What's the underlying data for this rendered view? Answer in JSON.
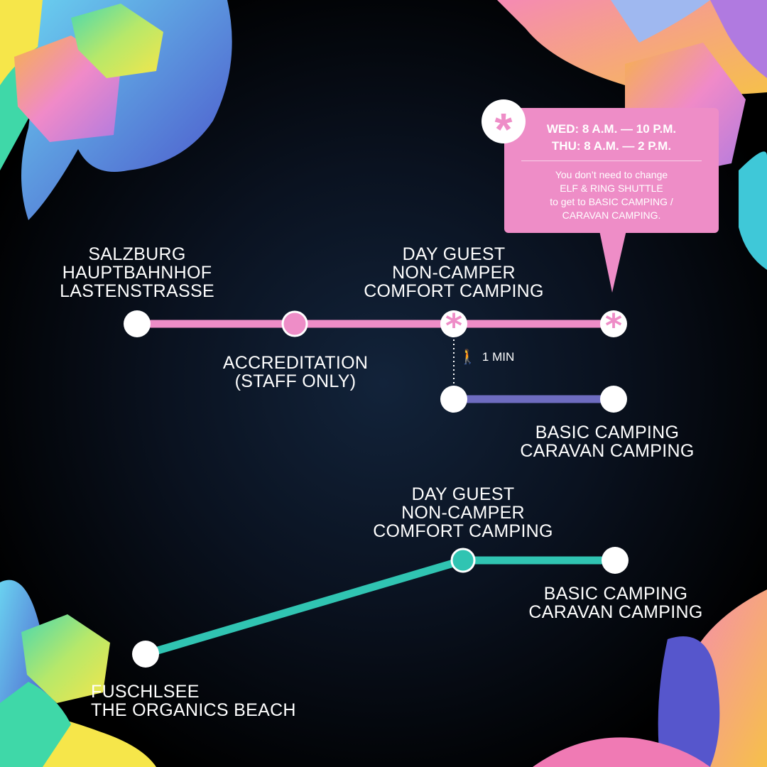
{
  "colors": {
    "pink_line": "#ee8dc7",
    "blue_line": "#6e6cc0",
    "teal_line": "#30c4b2",
    "station_fill": "#ffffff"
  },
  "route1": {
    "stations": [
      {
        "lines": [
          "SALZBURG",
          "HAUPTBAHNHOF",
          "LASTENSTRASSE"
        ]
      },
      {
        "lines": [
          "ACCREDITATION",
          "(STAFF ONLY)"
        ]
      },
      {
        "lines": [
          "DAY GUEST",
          "NON-CAMPER",
          "COMFORT CAMPING"
        ]
      }
    ],
    "walk_time": "1 MIN",
    "transfer_lines": [
      "BASIC CAMPING",
      "CARAVAN CAMPING"
    ]
  },
  "info_bubble": {
    "icon": "asterisk-icon",
    "hours": [
      "WED: 8 A.M. — 10 P.M.",
      "THU: 8 A.M. — 2 P.M."
    ],
    "note": [
      "You don’t need to change",
      "ELF & RING SHUTTLE",
      "to get to BASIC CAMPING /",
      "CARAVAN CAMPING."
    ]
  },
  "route2": {
    "origin_lines": [
      "FUSCHLSEE",
      "THE ORGANICS BEACH"
    ],
    "mid_lines": [
      "DAY GUEST",
      "NON-CAMPER",
      "COMFORT CAMPING"
    ],
    "end_lines": [
      "BASIC CAMPING",
      "CARAVAN CAMPING"
    ]
  }
}
